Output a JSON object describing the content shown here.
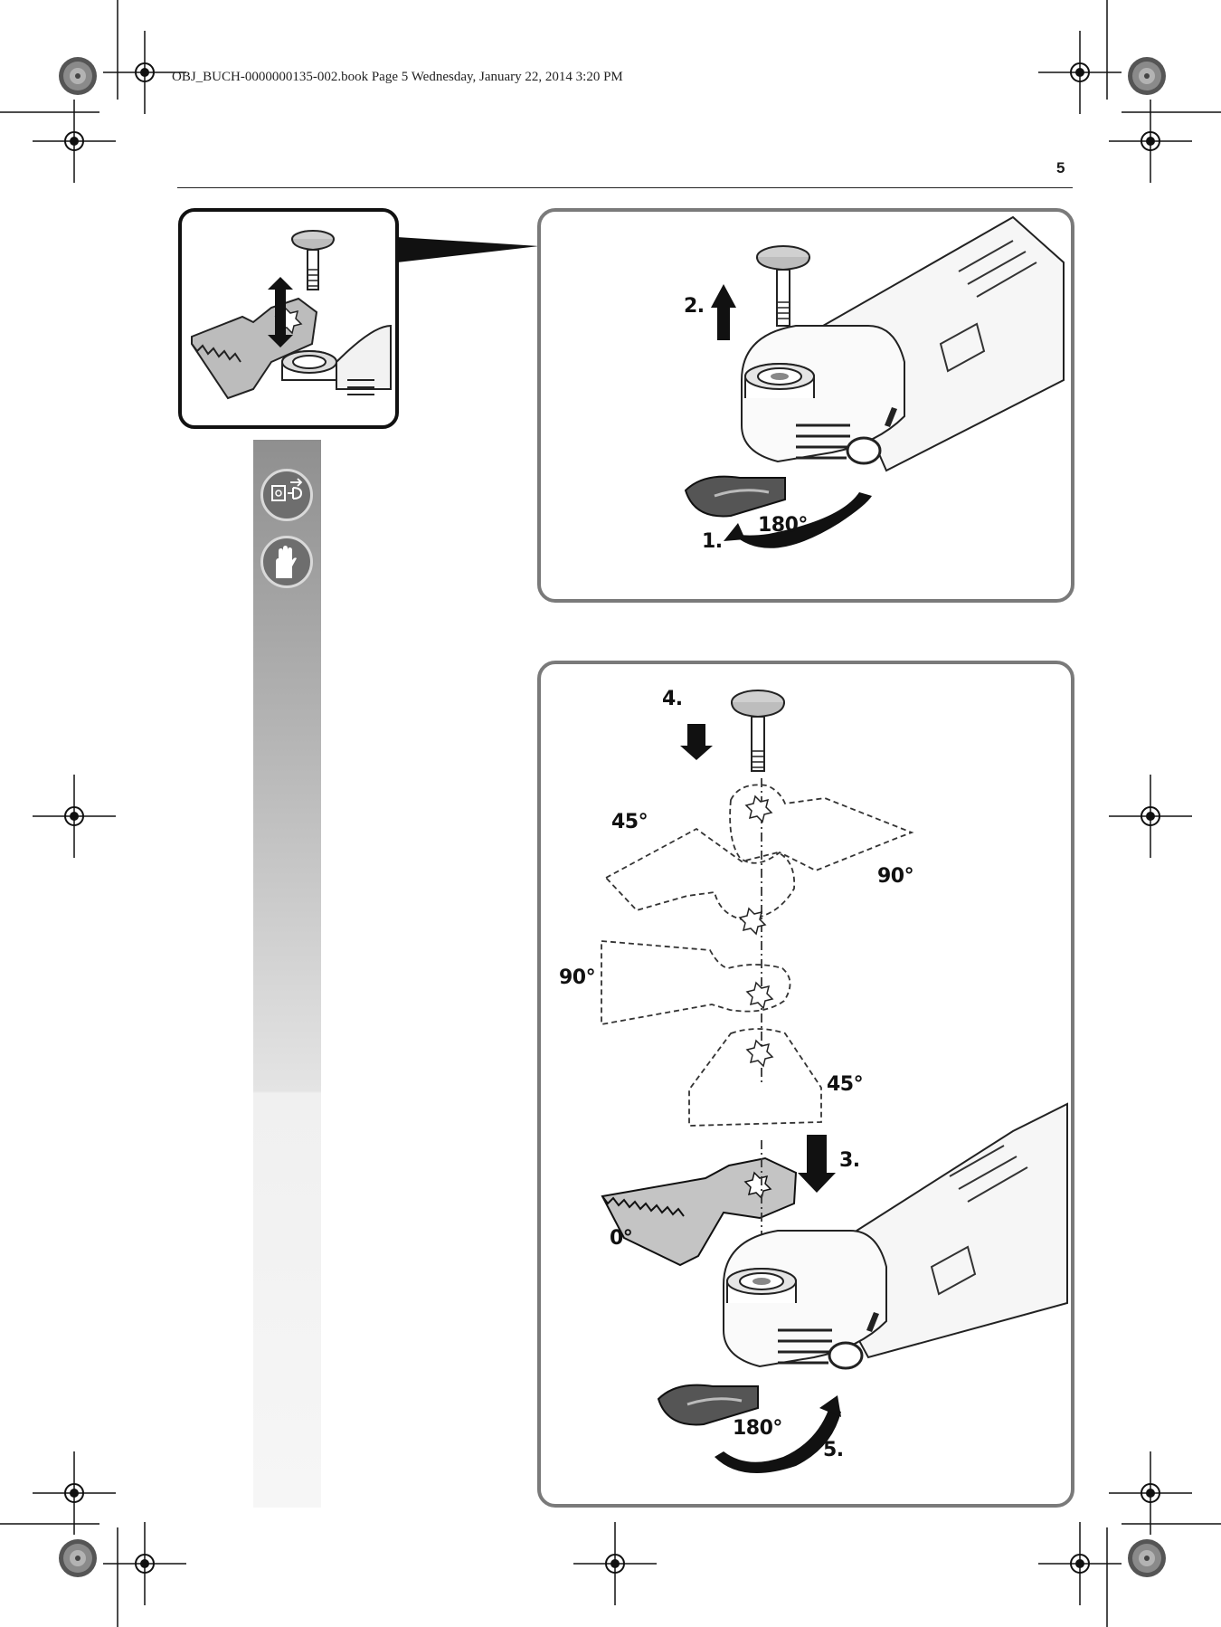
{
  "header": {
    "book_info": "OBJ_BUCH-0000000135-002.book  Page 5  Wednesday, January 22, 2014  3:20 PM"
  },
  "page_number": "5",
  "sidebar": {
    "icons": [
      "unplug-icon",
      "gloves-icon"
    ]
  },
  "figure_top": {
    "steps": [
      "2.",
      "1."
    ],
    "angle": "180°"
  },
  "figure_bottom": {
    "step_4": "4.",
    "step_3": "3.",
    "step_5": "5.",
    "angle_rotation": "180°",
    "angles": {
      "top_left": "45°",
      "top_right": "90°",
      "mid_left": "90°",
      "lower_right": "45°",
      "zero": "0°"
    }
  }
}
